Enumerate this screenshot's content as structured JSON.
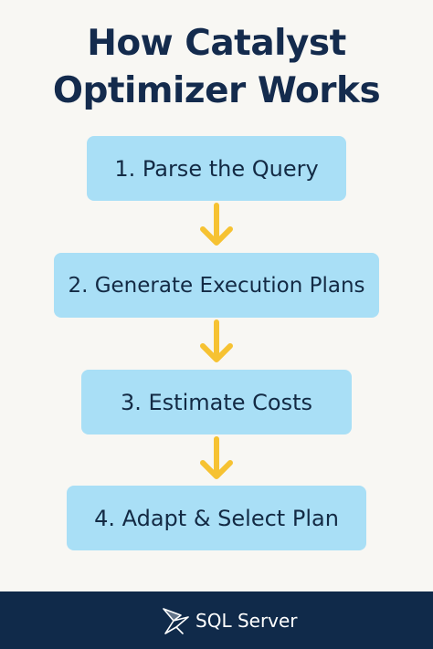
{
  "title": {
    "line1": "How Catalyst",
    "line2": "Optimizer Works"
  },
  "steps": [
    {
      "label": "1. Parse the Query"
    },
    {
      "label": "2. Generate Execution Plans"
    },
    {
      "label": "3. Estimate Costs"
    },
    {
      "label": "4. Adapt & Select Plan"
    }
  ],
  "arrows": {
    "icon": "arrow-down-icon",
    "color": "#f6c232"
  },
  "footer": {
    "brand_label": "SQL Server",
    "logo_icon": "sql-server-logo-icon"
  },
  "colors": {
    "background": "#f8f7f3",
    "title": "#142b4d",
    "step_fill": "#a9dff6",
    "footer_bg": "#102a4a"
  }
}
